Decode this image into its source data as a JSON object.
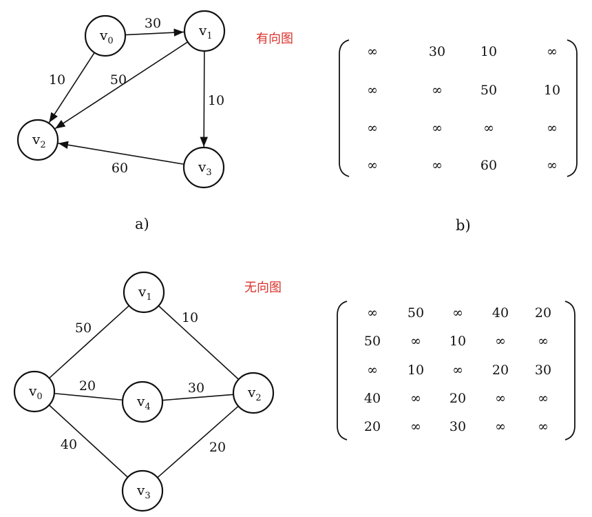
{
  "directed": {
    "label": "有向图",
    "caption": "a)",
    "matrix_caption": "b)",
    "vertices": [
      {
        "id": "v0",
        "base": "v",
        "sub": "0"
      },
      {
        "id": "v1",
        "base": "v",
        "sub": "1"
      },
      {
        "id": "v2",
        "base": "v",
        "sub": "2"
      },
      {
        "id": "v3",
        "base": "v",
        "sub": "3"
      }
    ],
    "edges": [
      {
        "from": "v0",
        "to": "v1",
        "weight": "30"
      },
      {
        "from": "v0",
        "to": "v2",
        "weight": "10"
      },
      {
        "from": "v1",
        "to": "v2",
        "weight": "50"
      },
      {
        "from": "v1",
        "to": "v3",
        "weight": "10"
      },
      {
        "from": "v3",
        "to": "v2",
        "weight": "60"
      }
    ],
    "matrix": [
      [
        "∞",
        "30",
        "10",
        "∞"
      ],
      [
        "∞",
        "∞",
        "50",
        "10"
      ],
      [
        "∞",
        "∞",
        "∞",
        "∞"
      ],
      [
        "∞",
        "∞",
        "60",
        "∞"
      ]
    ]
  },
  "undirected": {
    "label": "无向图",
    "vertices": [
      {
        "id": "v0",
        "base": "v",
        "sub": "0"
      },
      {
        "id": "v1",
        "base": "v",
        "sub": "1"
      },
      {
        "id": "v2",
        "base": "v",
        "sub": "2"
      },
      {
        "id": "v3",
        "base": "v",
        "sub": "3"
      },
      {
        "id": "v4",
        "base": "v",
        "sub": "4"
      }
    ],
    "edges": [
      {
        "from": "v0",
        "to": "v1",
        "weight": "50"
      },
      {
        "from": "v1",
        "to": "v2",
        "weight": "10"
      },
      {
        "from": "v0",
        "to": "v4",
        "weight": "20"
      },
      {
        "from": "v4",
        "to": "v2",
        "weight": "30"
      },
      {
        "from": "v0",
        "to": "v3",
        "weight": "40"
      },
      {
        "from": "v3",
        "to": "v2",
        "weight": "20"
      }
    ],
    "matrix": [
      [
        "∞",
        "50",
        "∞",
        "40",
        "20"
      ],
      [
        "50",
        "∞",
        "10",
        "∞",
        "∞"
      ],
      [
        "∞",
        "10",
        "∞",
        "20",
        "30"
      ],
      [
        "40",
        "∞",
        "20",
        "∞",
        "∞"
      ],
      [
        "20",
        "∞",
        "30",
        "∞",
        "∞"
      ]
    ]
  }
}
